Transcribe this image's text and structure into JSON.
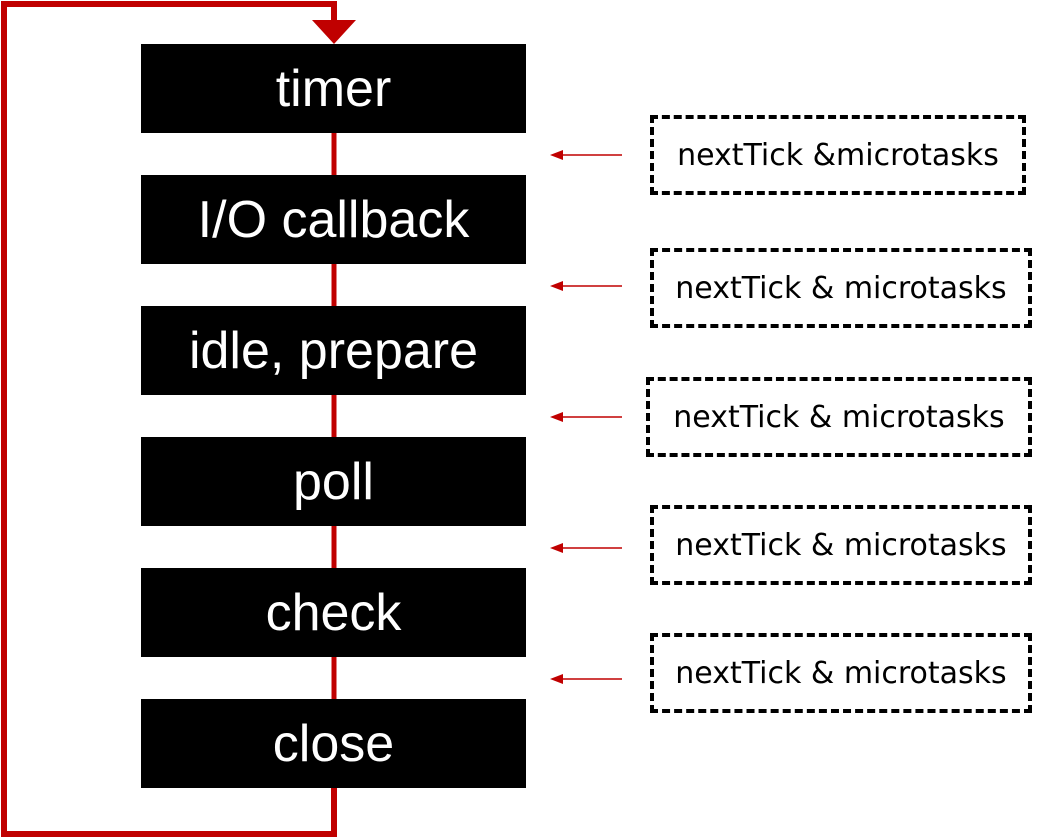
{
  "colors": {
    "loop_line": "#c00000",
    "phase_background": "#000000",
    "phase_text": "#ffffff",
    "note_border": "#000000"
  },
  "phases": [
    {
      "label": "timer"
    },
    {
      "label": "I/O callback"
    },
    {
      "label": "idle, prepare"
    },
    {
      "label": "poll"
    },
    {
      "label": "check"
    },
    {
      "label": "close"
    }
  ],
  "notes": [
    {
      "label": "nextTick &microtasks"
    },
    {
      "label": "nextTick & microtasks"
    },
    {
      "label": "nextTick & microtasks"
    },
    {
      "label": "nextTick & microtasks"
    },
    {
      "label": "nextTick & microtasks"
    }
  ]
}
